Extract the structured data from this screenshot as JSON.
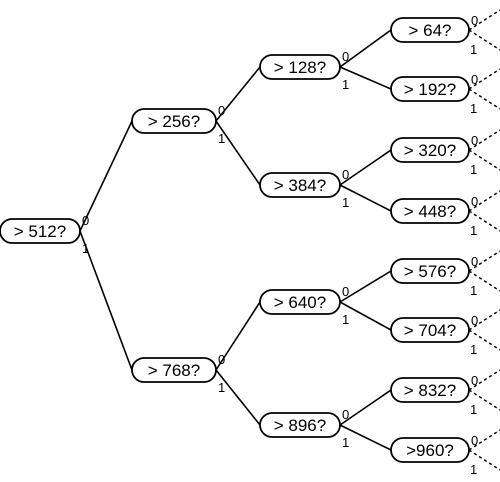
{
  "tree": {
    "branch_labels": {
      "zero": "0",
      "one": "1"
    },
    "levels": [
      [
        "> 512?"
      ],
      [
        "> 256?",
        "> 768?"
      ],
      [
        "> 128?",
        "> 384?",
        "> 640?",
        "> 896?"
      ],
      [
        "> 64?",
        "> 192?",
        "> 320?",
        "> 448?",
        "> 576?",
        "> 704?",
        "> 832?",
        ">960?"
      ]
    ]
  }
}
